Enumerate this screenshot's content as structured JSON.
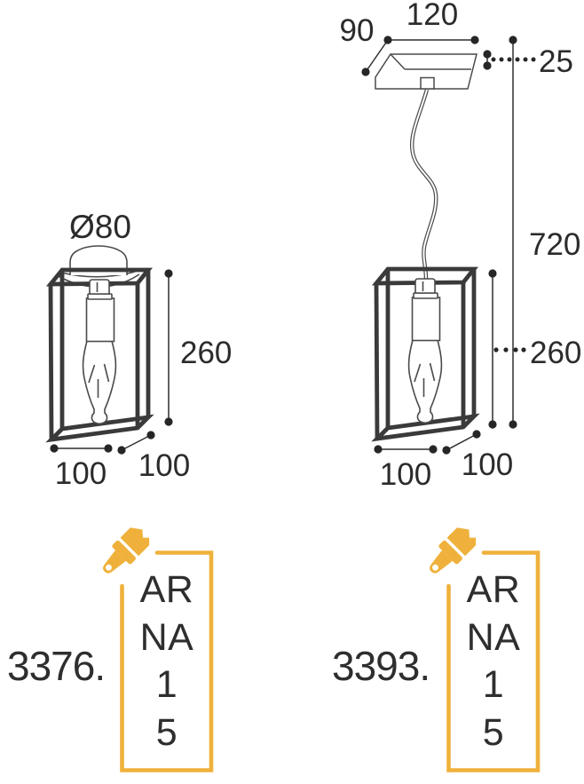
{
  "drawing": {
    "lamp_3376": {
      "diameter_label": "Ø80",
      "height_label": "260",
      "width_label": "100",
      "depth_label": "100"
    },
    "lamp_3393": {
      "canopy_width_label": "120",
      "canopy_depth_label": "90",
      "canopy_thickness_label": "25",
      "total_height_label": "720",
      "cage_height_label": "260",
      "width_label": "100",
      "depth_label": "100"
    }
  },
  "products": [
    {
      "code": "3376.",
      "finish_lines": [
        "AR",
        "NA",
        "1",
        "5"
      ]
    },
    {
      "code": "3393.",
      "finish_lines": [
        "AR",
        "NA",
        "1",
        "5"
      ]
    }
  ],
  "colors": {
    "accent_yellow": "#EFB13B",
    "line_dark": "#3a3a3a",
    "text_dark": "#2e2e2e"
  }
}
